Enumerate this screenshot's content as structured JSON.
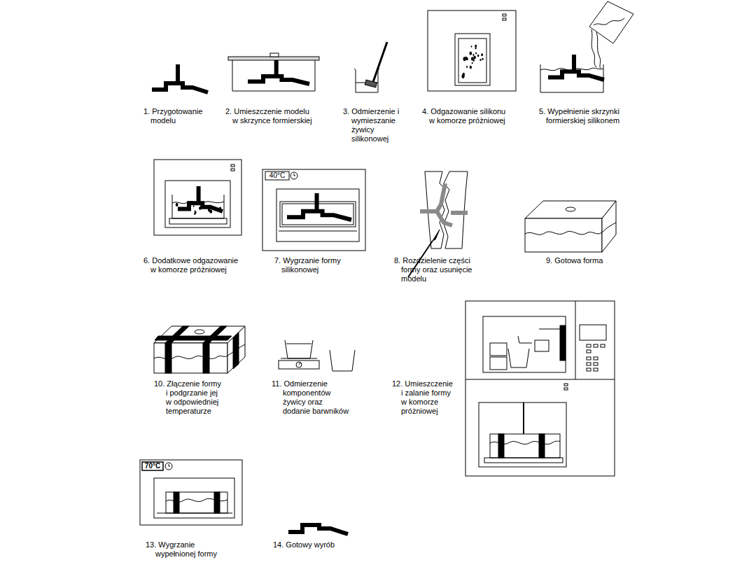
{
  "diagram": {
    "labels": [
      "1. Przygotowanie modelu",
      "2. Umieszczenie modelu w skrzynce formierskiej",
      "3. Odmierzenie i wymieszanie żywicy silikonowej",
      "4. Odgazowanie silikonu w komorze próżniowej",
      "5. Wypełnienie skrzynki formierskiej silikonem",
      "40°C",
      "6. Dodatkowe odgazowanie w komorze próżniowej",
      "7. Wygrzanie formy silikonowej",
      "8. Rozdzielenie części formy oraz usunięcie modelu",
      "9. Gotowa forma",
      "10. Złączenie formy i podgrzanie jej w odpowiedniej temperaturze",
      "11. Odmierzenie komponentów żywicy oraz dodanie barwników",
      "12. Umieszczenie i zalanie formy w komorze próżniowej",
      "70°C",
      "13. Wygrzanie wypełnionej formy",
      "14. Gotowy wyrób"
    ]
  }
}
